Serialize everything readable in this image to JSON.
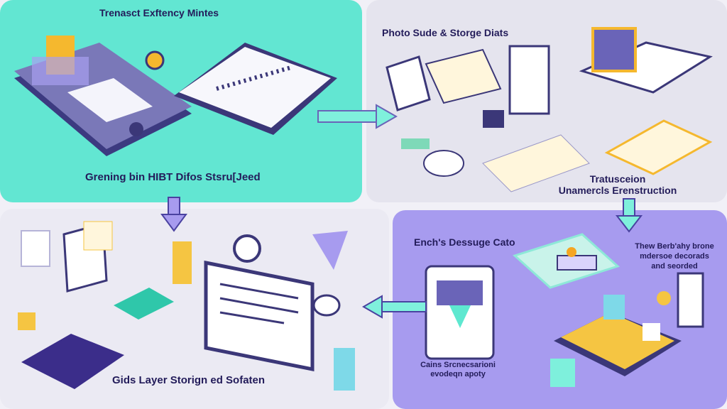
{
  "panels": {
    "top_left": {
      "title": "Trenasct Exftency Mintes",
      "caption": "Grening bin HIBT Difos Stsru[Jeed"
    },
    "top_right": {
      "title": "Photo Sude & Storge Diats",
      "caption_line1": "Tratusceion",
      "caption_line2": "Unamercls Erenstruction"
    },
    "bottom_left": {
      "caption": "Gids Layer Storign ed Sofaten"
    },
    "bottom_right": {
      "title": "Ench's Dessuge Cato",
      "note_line1": "Thew Berb'ahy brone",
      "note_line2": "mdersoe decorads",
      "note_line3": "and seorded",
      "caption_line1": "Cains Srcnecsarioni",
      "caption_line2": "evodeqn apoty"
    }
  },
  "colors": {
    "teal": "#62e6d2",
    "purple": "#a79bef",
    "navy": "#231c5a",
    "gold": "#f5c542",
    "arrow": "#7ff0dc"
  }
}
